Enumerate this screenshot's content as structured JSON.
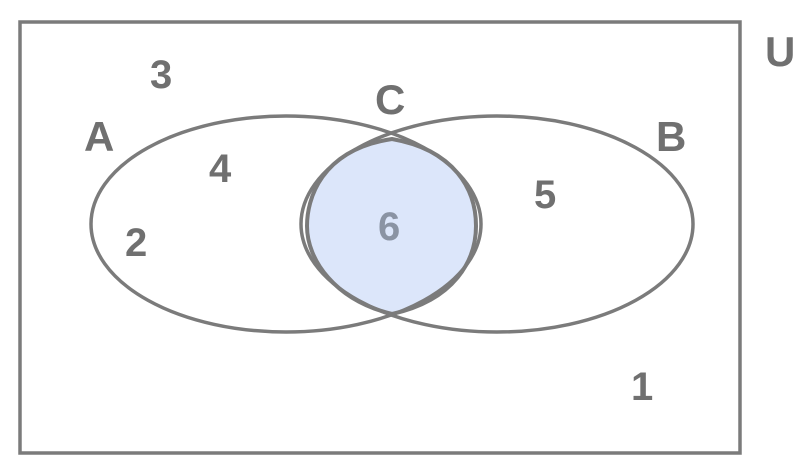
{
  "universe_label": "U",
  "sets": {
    "a_label": "A",
    "b_label": "B",
    "c_label": "C"
  },
  "regions": {
    "outside_top": "3",
    "a_upper": "4",
    "a_lower": "2",
    "intersection": "6",
    "b_only": "5",
    "outside_bottom": "1"
  },
  "colors": {
    "outline": "#7b7b7b",
    "text": "#707070",
    "highlight_fill": "#dce6fa"
  }
}
